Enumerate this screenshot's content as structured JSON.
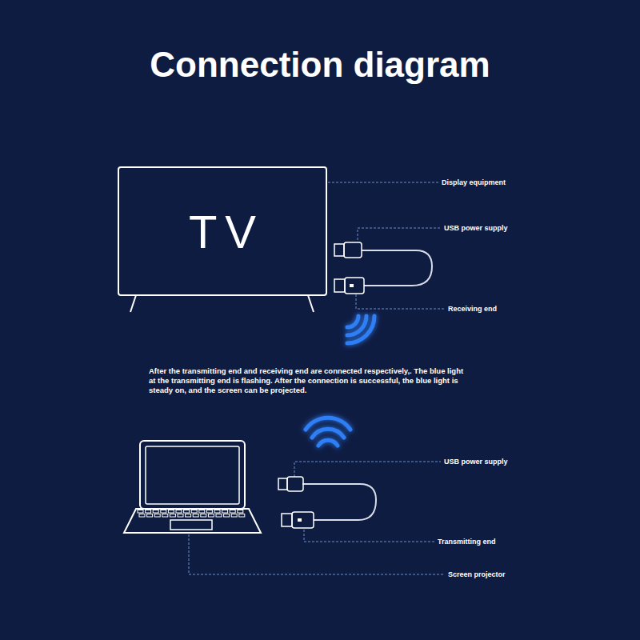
{
  "diagram": {
    "title": "Connection diagram",
    "nodes": [
      {
        "text": [
          "TV"
        ]
      }
    ],
    "labels": [
      "Display equipment",
      "USB power supply",
      "Receiving end",
      "After the transmitting end and receiving end are connected respectively,. The blue light at the transmitting end is flashing. After the connection is successful, the blue light is steady on, and the screen can be projected.",
      "USB power supply",
      "Transmitting end",
      "Screen projector"
    ]
  }
}
